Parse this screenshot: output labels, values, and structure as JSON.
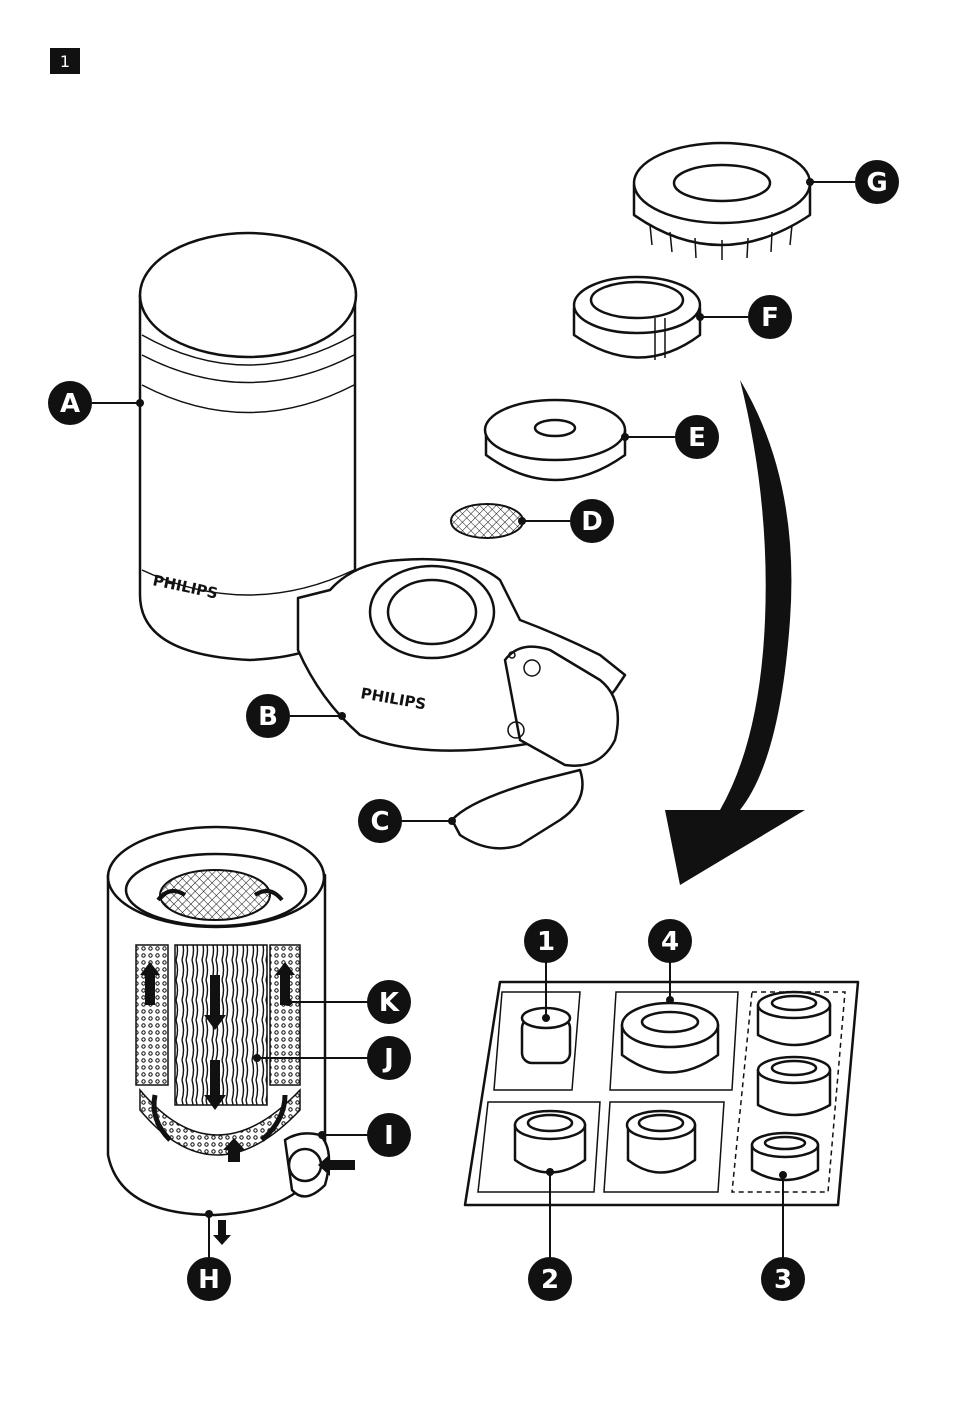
{
  "page": {
    "figure_number": "1"
  },
  "brand": {
    "cartridge_logo": "PHILIPS",
    "body_logo": "PHILIPS"
  },
  "callouts": {
    "A": "A",
    "B": "B",
    "C": "C",
    "D": "D",
    "E": "E",
    "F": "F",
    "G": "G",
    "H": "H",
    "I": "I",
    "J": "J",
    "K": "K"
  },
  "adapters": {
    "n1": "1",
    "n2": "2",
    "n3": "3",
    "n4": "4"
  }
}
